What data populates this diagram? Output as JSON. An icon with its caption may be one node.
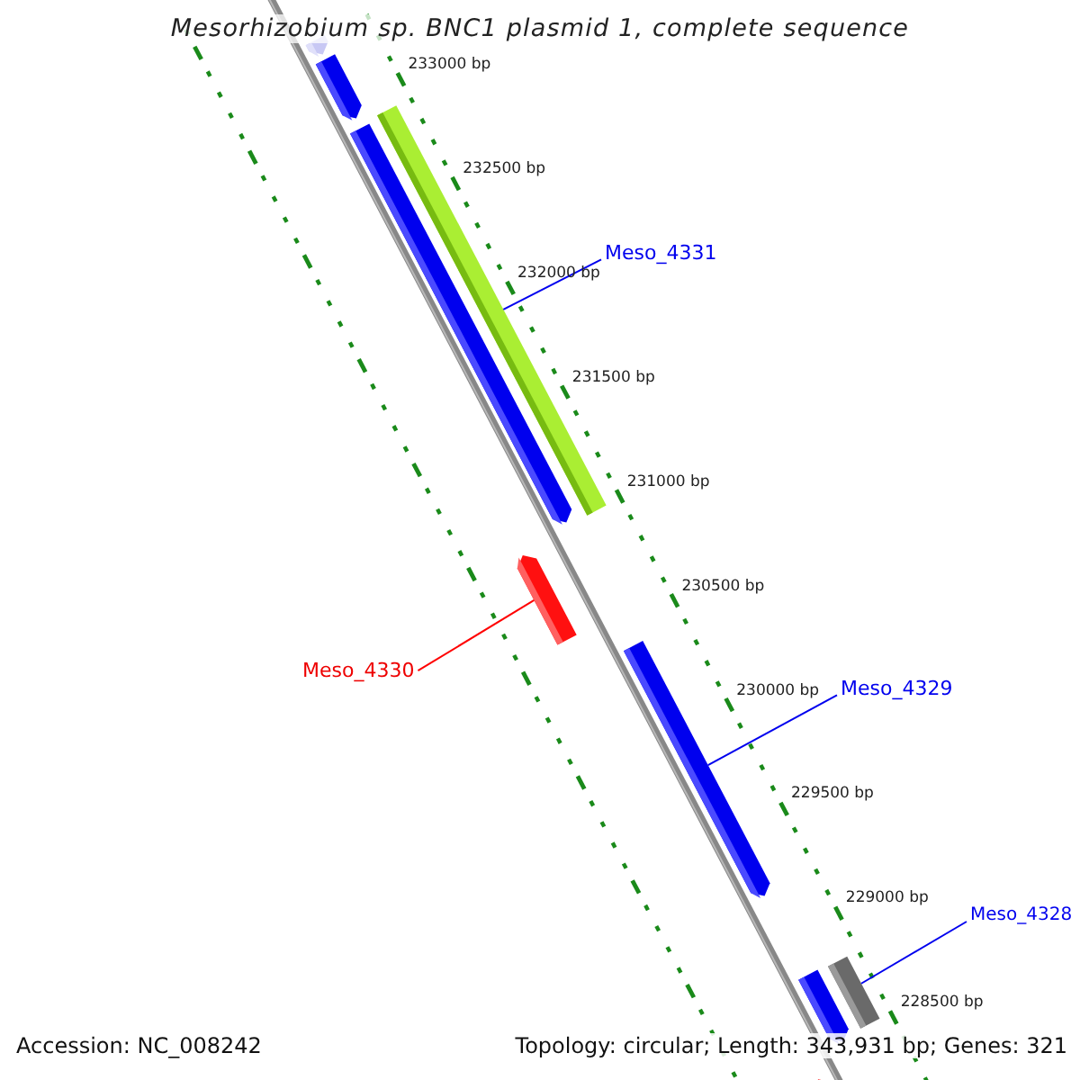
{
  "diagram": {
    "title": "Mesorhizobium sp. BNC1 plasmid 1, complete sequence",
    "nodes": [
      {
        "text": [],
        "shape": "bar"
      },
      {
        "text": [],
        "shape": "bar"
      },
      {
        "text": [],
        "shape": "bar"
      },
      {
        "text": [],
        "shape": "bar"
      },
      {
        "text": [
          "Meso_4331"
        ]
      },
      {
        "text": [],
        "shape": "bar"
      },
      {
        "text": [
          "Meso_4330"
        ]
      },
      {
        "text": [],
        "shape": "bar"
      },
      {
        "text": [
          "Meso_4329"
        ]
      },
      {
        "text": [
          "Meso_4328"
        ]
      },
      {
        "text": [],
        "shape": "bar"
      },
      {
        "text": [],
        "shape": "bar"
      },
      {
        "text": [],
        "shape": "bar"
      }
    ],
    "edges": [
      {
        "from": 4,
        "to": 3,
        "arrow": "none"
      },
      {
        "from": 6,
        "to": 5,
        "arrow": "none",
        "color": "#ff0000"
      },
      {
        "from": 8,
        "to": 7,
        "arrow": "none"
      },
      {
        "from": 9,
        "to": 10,
        "arrow": "none"
      }
    ],
    "labels": [
      "233000 bp",
      "232500 bp",
      "232000 bp",
      "231500 bp",
      "231000 bp",
      "230500 bp",
      "230000 bp",
      "229500 bp",
      "229000 bp",
      "228500 bp",
      "Accession: NC_008242",
      "Topology: circular; Length: 343,931 bp; Genes: 321"
    ]
  }
}
